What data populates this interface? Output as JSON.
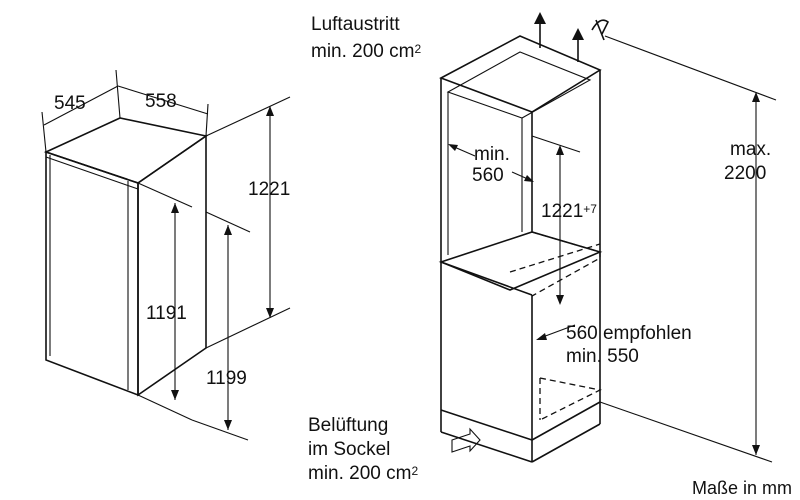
{
  "left_unit": {
    "depth": "545",
    "width": "558",
    "height_total": "1221",
    "height_1191": "1191",
    "height_1199": "1199"
  },
  "niche": {
    "vent_top_line1": "Luftaustritt",
    "vent_top_line2": "min. 200 cm",
    "vent_top_sup": "2",
    "min_width_line1": "min.",
    "min_width_line2": "560",
    "niche_height": "1221",
    "niche_height_sup": "+7",
    "max_height_line1": "max.",
    "max_height_line2": "2200",
    "depth_line1": "560 empfohlen",
    "depth_line2": "min. 550",
    "vent_bottom_line1": "Belüftung",
    "vent_bottom_line2": "im Sockel",
    "vent_bottom_line3": "min. 200 cm",
    "vent_bottom_sup": "2"
  },
  "units_note": "Maße in mm"
}
